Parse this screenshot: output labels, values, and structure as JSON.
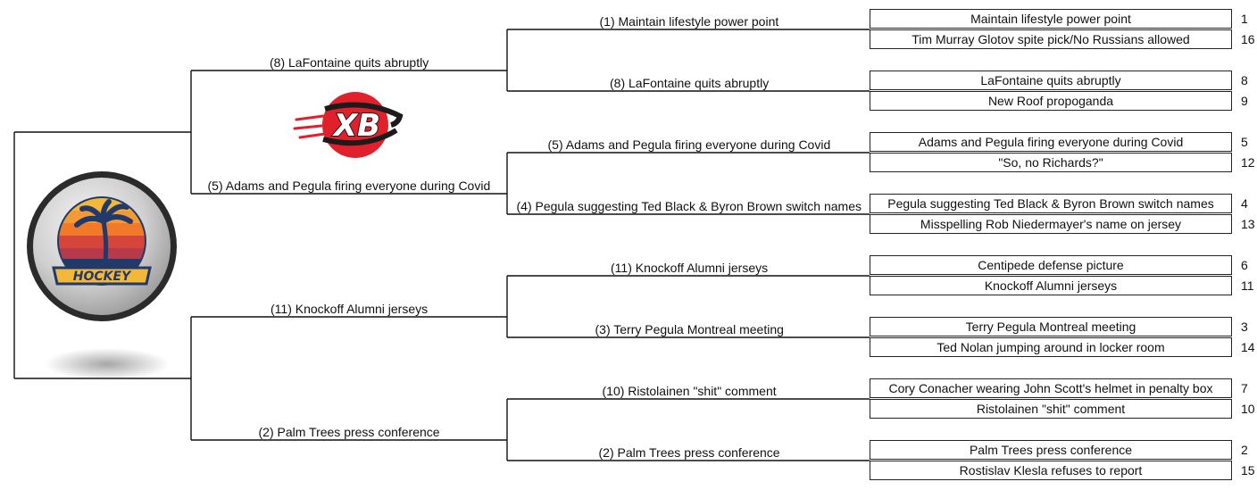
{
  "bracket": {
    "entrants": [
      {
        "seed": "1",
        "name": "Maintain lifestyle power point"
      },
      {
        "seed": "16",
        "name": "Tim Murray Glotov spite pick/No Russians allowed"
      },
      {
        "seed": "8",
        "name": "LaFontaine quits abruptly"
      },
      {
        "seed": "9",
        "name": "New Roof propoganda"
      },
      {
        "seed": "5",
        "name": "Adams and Pegula firing everyone during Covid"
      },
      {
        "seed": "12",
        "name": "\"So, no Richards?\""
      },
      {
        "seed": "4",
        "name": "Pegula suggesting Ted Black & Byron Brown switch names"
      },
      {
        "seed": "13",
        "name": "Misspelling Rob Niedermayer's name on jersey"
      },
      {
        "seed": "6",
        "name": "Centipede defense picture"
      },
      {
        "seed": "11",
        "name": "Knockoff Alumni jerseys"
      },
      {
        "seed": "3",
        "name": "Terry Pegula Montreal meeting"
      },
      {
        "seed": "14",
        "name": "Ted Nolan jumping around in locker room"
      },
      {
        "seed": "7",
        "name": "Cory Conacher wearing John Scott's helmet in penalty box"
      },
      {
        "seed": "10",
        "name": "Ristolainen \"shit\" comment"
      },
      {
        "seed": "2",
        "name": "Palm Trees press conference"
      },
      {
        "seed": "15",
        "name": "Rostislav Klesla refuses to report"
      }
    ],
    "round2": [
      "(1) Maintain lifestyle power point",
      "(8) LaFontaine quits abruptly",
      "(5) Adams and Pegula firing everyone during Covid",
      "(4) Pegula suggesting Ted Black & Byron Brown switch names",
      "(11) Knockoff Alumni jerseys",
      "(3) Terry Pegula Montreal meeting",
      "(10) Ristolainen \"shit\" comment",
      "(2) Palm Trees press conference"
    ],
    "round3": [
      "(8) LaFontaine quits abruptly",
      "(5) Adams and Pegula firing everyone during Covid",
      "(11) Knockoff Alumni jerseys",
      "(2) Palm Trees press conference"
    ]
  },
  "logos": {
    "xb_text": "XB",
    "hockey_text": "HOCKEY"
  },
  "colors": {
    "xb_red": "#e2202b",
    "badge_navy": "#1f3a6b",
    "badge_gold": "#f3b83a",
    "badge_orange": "#f07a2a",
    "badge_red": "#d6453a",
    "puck_rim": "#2b2b2b"
  }
}
